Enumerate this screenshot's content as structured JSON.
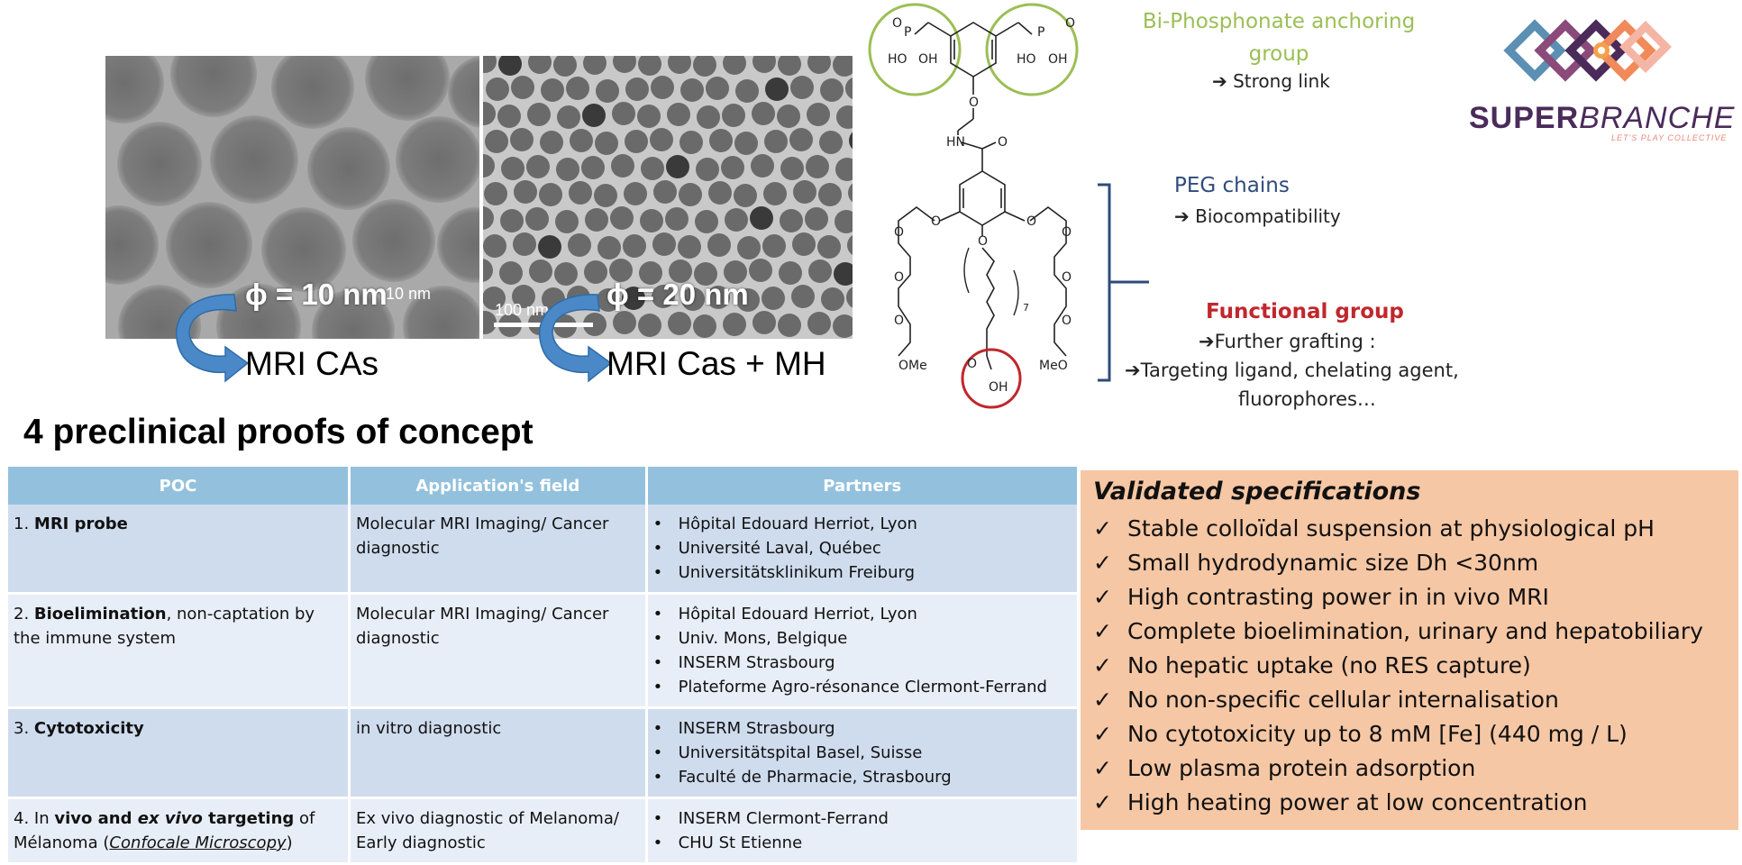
{
  "tem_left": {
    "phi": "ϕ = 10 nm",
    "scale": "10 nm",
    "caption": "MRI CAs"
  },
  "tem_right": {
    "phi": "ϕ = 20 nm",
    "scale": "100 nm",
    "caption": "MRI Cas + MH"
  },
  "chemistry": {
    "anchoring_title": "Bi-Phosphonate anchoring group",
    "anchoring_title_1": "Bi-Phosphonate anchoring",
    "anchoring_title_2": "group",
    "anchoring_note": "➔ Strong link",
    "peg_title": "PEG chains",
    "peg_note": "➔ Biocompatibility",
    "functional_title": "Functional group",
    "functional_note": "➔Further grafting  :",
    "functional_note_2": "➔Targeting ligand, chelating agent,",
    "functional_note_3": "fluorophores…",
    "atoms": {
      "o": "O",
      "oh": "OH",
      "ho": "HO",
      "p": "P",
      "hn": "HN",
      "ome": "OMe",
      "meo": "MeO",
      "seven": "7"
    },
    "colors": {
      "green": "#9bbf55",
      "red": "#c0272d",
      "blue": "#2f4b7c"
    }
  },
  "logo": {
    "bold": "SUPER",
    "italic": "BRANCHE",
    "tagline": "LET'S PLAY COLLECTIVE"
  },
  "heading": "4 preclinical proofs of concept",
  "table": {
    "headers": [
      "POC",
      "Application's field",
      "Partners"
    ],
    "rows": [
      {
        "num": "1. ",
        "bold": "MRI probe",
        "rest": "",
        "field": "Molecular MRI Imaging/ Cancer diagnostic",
        "partners": [
          "Hôpital Edouard Herriot, Lyon",
          "Université Laval, Québec",
          "Universitätsklinikum Freiburg"
        ]
      },
      {
        "num": "2. ",
        "bold": "Bioelimination",
        "rest": ", non-captation by the immune system",
        "field": "Molecular MRI Imaging/ Cancer diagnostic",
        "partners": [
          "Hôpital Edouard Herriot, Lyon",
          "Univ. Mons, Belgique",
          "INSERM Strasbourg",
          "Plateforme Agro-résonance Clermont-Ferrand"
        ]
      },
      {
        "num": "3. ",
        "bold": "Cytotoxicity",
        "rest": "",
        "field": "in vitro diagnostic",
        "partners": [
          "INSERM Strasbourg",
          "Universitätspital Basel, Suisse",
          "Faculté de Pharmacie, Strasbourg"
        ]
      },
      {
        "num": "4. In ",
        "bold": "vivo and ",
        "bolditalic": "ex vivo",
        "bold2": " targeting",
        "rest": " of Mélanoma (",
        "link": "Confocale Microscopy",
        "tail": ")",
        "field": "Ex vivo diagnostic of Melanoma/ Early diagnostic",
        "partners": [
          "INSERM Clermont-Ferrand",
          "CHU St Etienne"
        ]
      }
    ]
  },
  "specs": {
    "title": "Validated specifications",
    "check": "✓",
    "items": [
      "Stable colloïdal suspension at physiological pH",
      "Small hydrodynamic size Dh <30nm",
      "High contrasting power in in vivo MRI",
      "Complete bioelimination, urinary and hepatobiliary",
      "No hepatic uptake (no RES capture)",
      "No non-specific cellular internalisation",
      "No cytotoxicity up to 8 mM [Fe] (440 mg / L)",
      "Low plasma protein adsorption",
      "High heating power at low concentration"
    ]
  }
}
